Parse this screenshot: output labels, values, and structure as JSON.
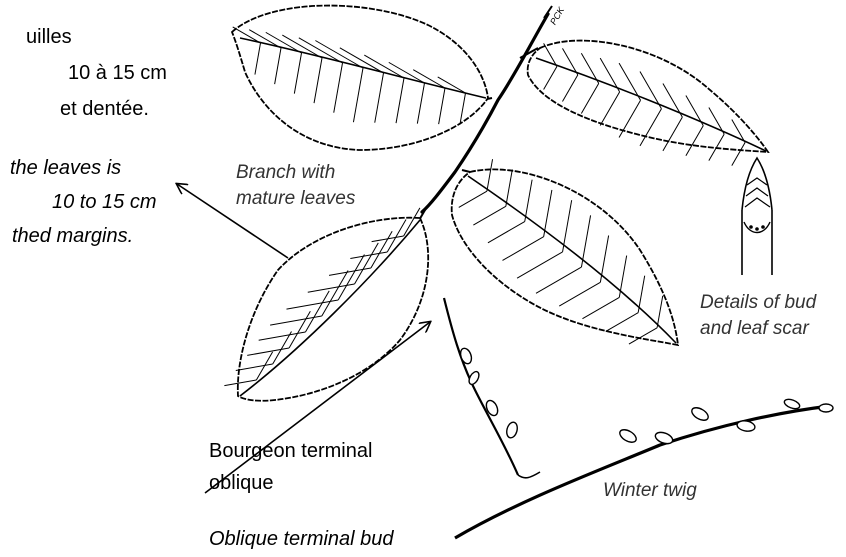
{
  "leaf_note": {
    "fr_lines": [
      "uilles",
      "10 à 15 cm",
      "et dentée."
    ],
    "en_lines": [
      "the leaves is",
      "10 to 15 cm",
      "thed margins."
    ]
  },
  "bud_note": {
    "fr_lines": [
      "Bourgeon terminal",
      "oblique"
    ],
    "en": "Oblique terminal bud"
  },
  "labels": {
    "branch": [
      "Branch with",
      "mature leaves"
    ],
    "bud_detail": [
      "Details of bud",
      "and leaf scar"
    ],
    "winter_twig": "Winter twig",
    "signature": "PCK"
  },
  "colors": {
    "ink": "#000000",
    "leaf_fill": "#ffffff",
    "label_gray": "#333333"
  }
}
